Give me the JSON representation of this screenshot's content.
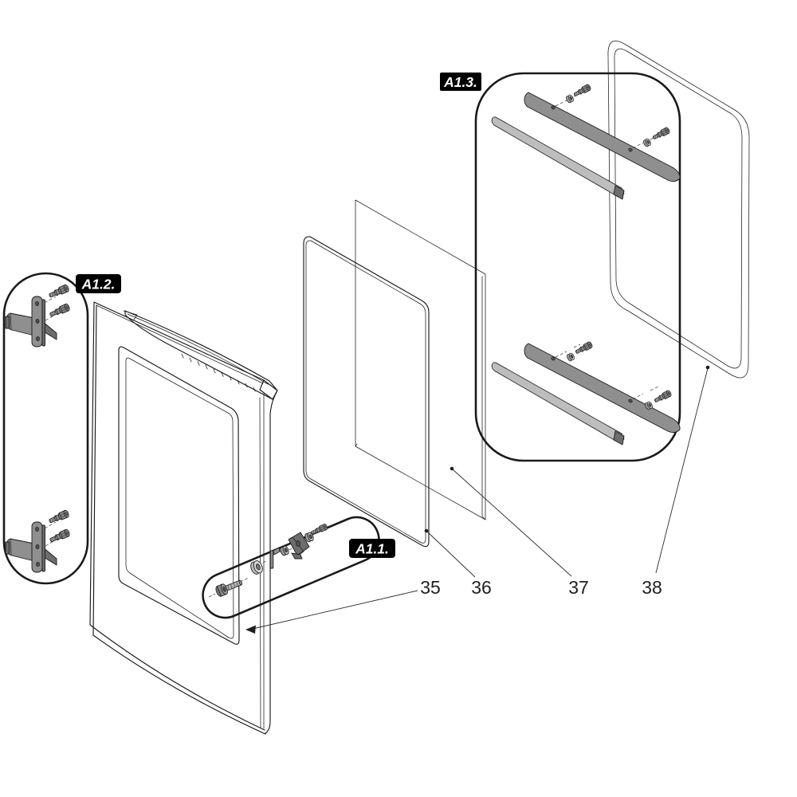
{
  "diagram": {
    "callouts": [
      {
        "label": "A1.1."
      },
      {
        "label": "A1.2."
      },
      {
        "label": "A1.3."
      }
    ],
    "parts": [
      {
        "number": "35"
      },
      {
        "number": "36"
      },
      {
        "number": "37"
      },
      {
        "number": "38"
      }
    ],
    "colors": {
      "line": "#1a1a1a",
      "leader": "#2b2b2b",
      "metal": "#8f8f8f",
      "metal_dark": "#6d6d6d",
      "metal_light": "#bdbdbd",
      "label_bg": "#000000",
      "label_fg": "#ffffff",
      "bg": "#ffffff"
    }
  }
}
